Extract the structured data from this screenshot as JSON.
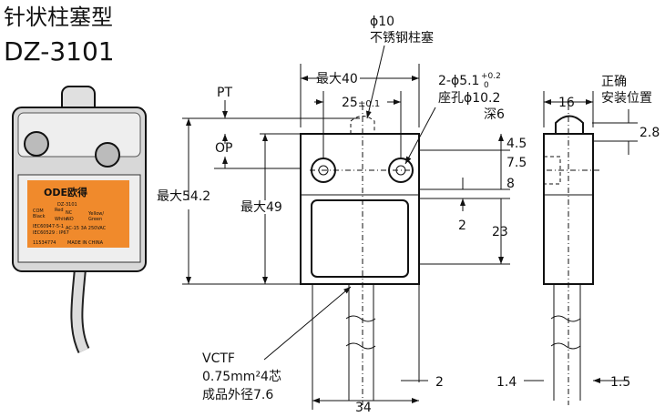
{
  "title": {
    "type": "针状柱塞型",
    "model": "DZ-3101"
  },
  "label": {
    "brand": "ODE欧得",
    "model": "DZ-3101",
    "com": "COM",
    "black": "Black",
    "red": "Red",
    "nc": "NC",
    "white": "White",
    "no": "NO",
    "yellow": "Yellow/",
    "green": "Green",
    "std1": "IEC60947-5-1",
    "std2": "IEC60529 : IP67",
    "rating": "AC-15 3A 250VAC",
    "code": "11534774",
    "made": "MADE IN CHINA",
    "color": "#f08a2c"
  },
  "notes": {
    "plunger_dia": "ϕ10",
    "plunger_mat": "不锈钢柱塞",
    "holes": "2-ϕ5.1",
    "tol_plus": "+0.2",
    "tol_minus": "0",
    "seat": "座孔ϕ10.2",
    "depth": "深6",
    "install1": "正确",
    "install2": "安装位置",
    "cable1": "VCTF",
    "cable2": "0.75mm²4芯",
    "cable3": "成品外径7.6"
  },
  "dims": {
    "max40": "最大40",
    "d25": "25",
    "tol25": "±0.1",
    "pt": "PT",
    "op": "OP",
    "max542": "最大54.2",
    "max49": "最大49",
    "d45": "4.5",
    "d75": "7.5",
    "d8": "8",
    "d2a": "2",
    "d23": "23",
    "d16": "16",
    "d28": "2.8",
    "d34": "34",
    "d2b": "2",
    "d14": "1.4",
    "d15": "1.5"
  }
}
